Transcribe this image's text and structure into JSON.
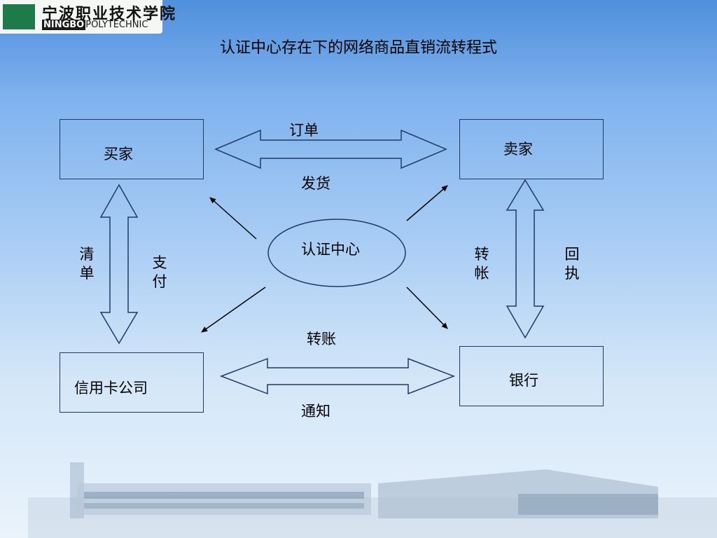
{
  "logo": {
    "cn": "宁波职业技术学院",
    "en_bold": "NINGBO",
    "en_rest": "POLYTECHNIC"
  },
  "title": "认证中心存在下的网络商品直销流转程式",
  "nodes": {
    "buyer": "买家",
    "seller": "卖家",
    "credit_card": "信用卡公司",
    "bank": "银行",
    "center": "认证中心"
  },
  "labels": {
    "order": "订单",
    "ship": "发货",
    "transfer": "转账",
    "notice": "通知",
    "statement": [
      "清",
      "单"
    ],
    "pay": [
      "支",
      "付"
    ],
    "transfer_account": [
      "转",
      "帐"
    ],
    "receipt": [
      "回",
      "执"
    ]
  },
  "colors": {
    "line": "#1f3a66",
    "arrow": "#000000"
  }
}
